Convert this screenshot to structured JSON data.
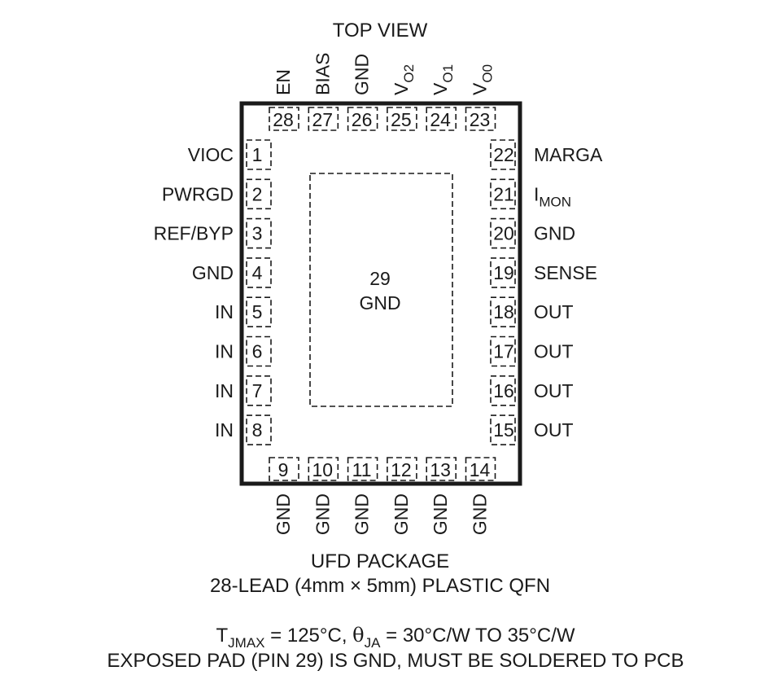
{
  "title": "TOP VIEW",
  "top_pins": [
    {
      "num": "28",
      "label": "EN",
      "sub": ""
    },
    {
      "num": "27",
      "label": "BIAS",
      "sub": ""
    },
    {
      "num": "26",
      "label": "GND",
      "sub": ""
    },
    {
      "num": "25",
      "label": "V",
      "sub": "O2"
    },
    {
      "num": "24",
      "label": "V",
      "sub": "O1"
    },
    {
      "num": "23",
      "label": "V",
      "sub": "O0"
    }
  ],
  "left_pins": [
    {
      "num": "1",
      "label": "VIOC"
    },
    {
      "num": "2",
      "label": "PWRGD"
    },
    {
      "num": "3",
      "label": "REF/BYP"
    },
    {
      "num": "4",
      "label": "GND"
    },
    {
      "num": "5",
      "label": "IN"
    },
    {
      "num": "6",
      "label": "IN"
    },
    {
      "num": "7",
      "label": "IN"
    },
    {
      "num": "8",
      "label": "IN"
    }
  ],
  "right_pins": [
    {
      "num": "22",
      "label": "MARGA",
      "sub": ""
    },
    {
      "num": "21",
      "label": "I",
      "sub": "MON"
    },
    {
      "num": "20",
      "label": "GND",
      "sub": ""
    },
    {
      "num": "19",
      "label": "SENSE",
      "sub": ""
    },
    {
      "num": "18",
      "label": "OUT",
      "sub": ""
    },
    {
      "num": "17",
      "label": "OUT",
      "sub": ""
    },
    {
      "num": "16",
      "label": "OUT",
      "sub": ""
    },
    {
      "num": "15",
      "label": "OUT",
      "sub": ""
    }
  ],
  "bottom_pins": [
    {
      "num": "9",
      "label": "GND"
    },
    {
      "num": "10",
      "label": "GND"
    },
    {
      "num": "11",
      "label": "GND"
    },
    {
      "num": "12",
      "label": "GND"
    },
    {
      "num": "13",
      "label": "GND"
    },
    {
      "num": "14",
      "label": "GND"
    }
  ],
  "exposed_pad": {
    "num": "29",
    "label": "GND"
  },
  "package": {
    "line1": "UFD PACKAGE",
    "line2": "28-LEAD (4mm × 5mm) PLASTIC QFN"
  },
  "thermal": {
    "tj_symbol": "T",
    "tj_sub": "JMAX",
    "tj_value": " = 125°C, ",
    "theta_symbol": "θ",
    "theta_sub": "JA",
    "theta_value": " = 30°C/W TO 35°C/W"
  },
  "note": "EXPOSED PAD (PIN 29) IS GND, MUST BE SOLDERED TO PCB"
}
